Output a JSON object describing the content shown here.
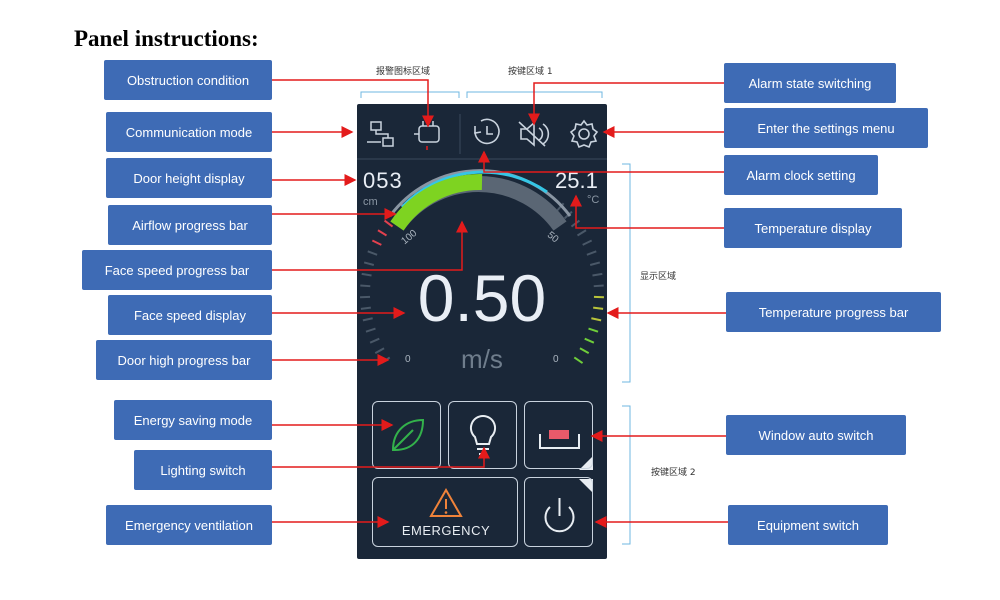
{
  "title": "Panel instructions:",
  "region_labels": {
    "alarm_icon_area": "报警图标区域",
    "key_area_1": "按键区域 1",
    "display_area": "显示区域",
    "key_area_2": "按键区域 2"
  },
  "left_labels": [
    "Obstruction condition",
    "Communication mode",
    "Door height display",
    "Airflow progress bar",
    "Face speed progress bar",
    "Face speed display",
    "Door high progress bar",
    "Energy saving mode",
    "Lighting switch",
    "Emergency ventilation"
  ],
  "right_labels": [
    "Alarm state switching",
    "Enter the settings menu",
    "Alarm clock setting",
    "Temperature display",
    "Temperature progress bar",
    "Window auto switch",
    "Equipment switch"
  ],
  "panel": {
    "door_height": "053",
    "door_unit": "cm",
    "temperature": "25.1",
    "temp_unit": "°C",
    "face_speed": "0.50",
    "speed_unit": "m/s",
    "gauge_left_label": "100",
    "gauge_right_label": "50",
    "side_left_zero": "0",
    "side_right_zero": "0",
    "emergency_label": "EMERGENCY",
    "airflow_fraction": 0.5
  },
  "colors": {
    "label_bg": "#3e6bb5",
    "panel_bg": "#1a2738",
    "arrow": "#e31b1b",
    "accent_green": "#7ed321",
    "accent_cyan": "#35c6e6"
  },
  "icons": {
    "obstruction": "hand-obstruction-icon",
    "communication": "network-icon",
    "alarm_clock": "clock-icon",
    "alarm_state": "speaker-mute-icon",
    "settings": "gear-icon",
    "energy": "leaf-icon",
    "lighting": "bulb-icon",
    "window": "window-icon",
    "emergency": "warning-triangle-icon",
    "power": "power-icon"
  }
}
